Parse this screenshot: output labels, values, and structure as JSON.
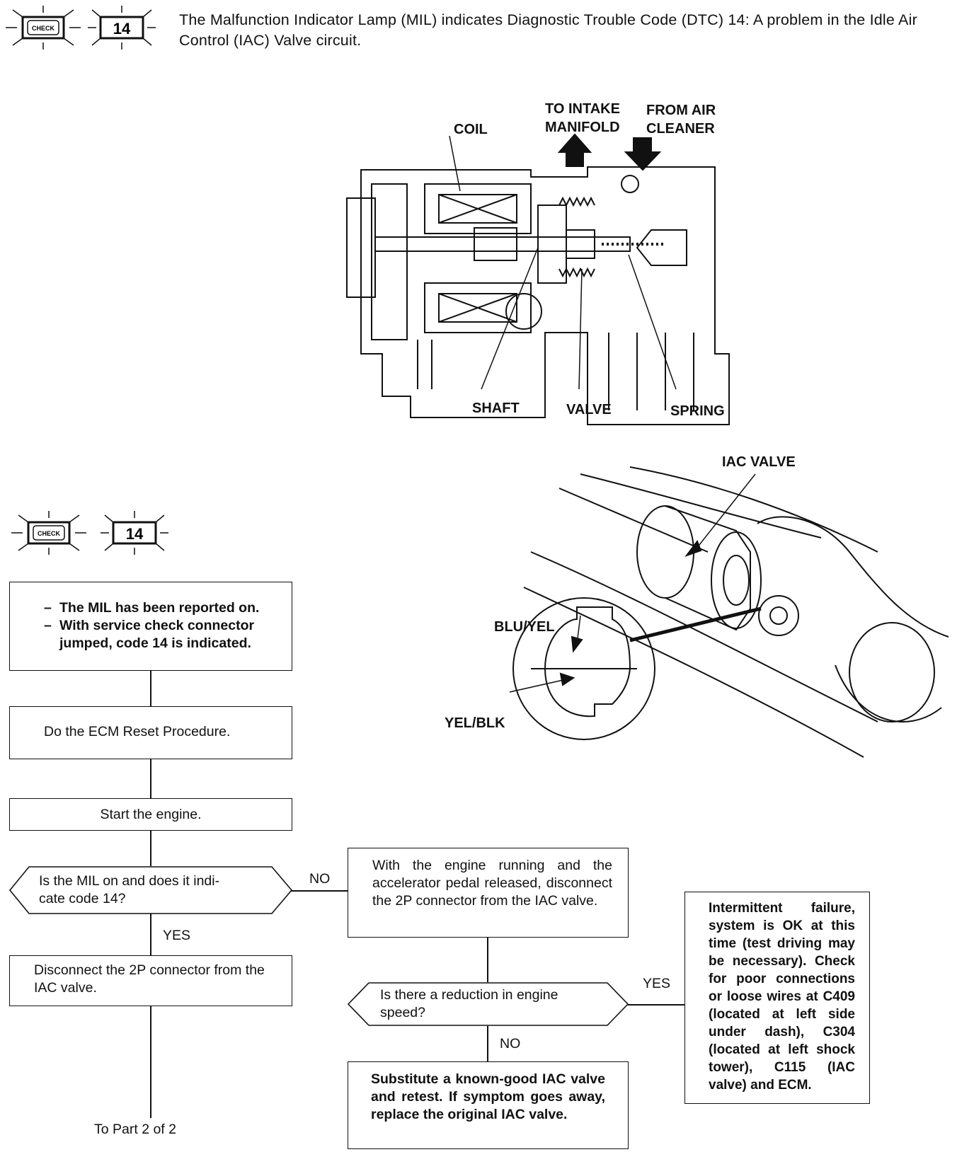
{
  "header": {
    "text": "The Malfunction Indicator Lamp (MIL) indicates Diagnostic Trouble Code (DTC) 14: A problem in the Idle Air Control (IAC) Valve circuit."
  },
  "mil_icon": {
    "badge": "CHECK",
    "code": "14"
  },
  "diagram1": {
    "labels": {
      "coil": "COIL",
      "to_intake": "TO INTAKE\nMANIFOLD",
      "from_air": "FROM AIR\nCLEANER",
      "shaft": "SHAFT",
      "valve": "VALVE",
      "spring": "SPRING"
    }
  },
  "diagram2": {
    "labels": {
      "iac_valve": "IAC VALVE",
      "blu_yel": "BLU/YEL",
      "yel_blk": "YEL/BLK"
    }
  },
  "flowchart": {
    "start": [
      "The MIL has been reported on.",
      "With service check connector jumped, code 14 is indicated."
    ],
    "ecm_reset": "Do the ECM Reset Procedure.",
    "start_engine": "Start the engine.",
    "q_mil": "Is the MIL on and does it indicate code 14?",
    "q_mil_display": "Is the MIL on and does it indi-\ncate code 14?",
    "yes": "YES",
    "no": "NO",
    "disconnect": "Disconnect the 2P connector from the IAC valve.",
    "engine_running": "With the engine running and the accelerator pedal released, disconnect the 2P connector from the IAC valve.",
    "q_reduction": "Is there a reduction in engine speed?",
    "substitute": "Substitute a known-good IAC valve and retest. If symptom goes away, replace the original IAC valve.",
    "intermittent": "Intermittent failure, system is OK at this time (test driving may be necessary). Check for poor connections or loose wires at C409 (located at left side under dash), C304 (located at left shock tower), C115 (IAC valve) and ECM.",
    "to_part2": "To Part 2 of 2"
  }
}
